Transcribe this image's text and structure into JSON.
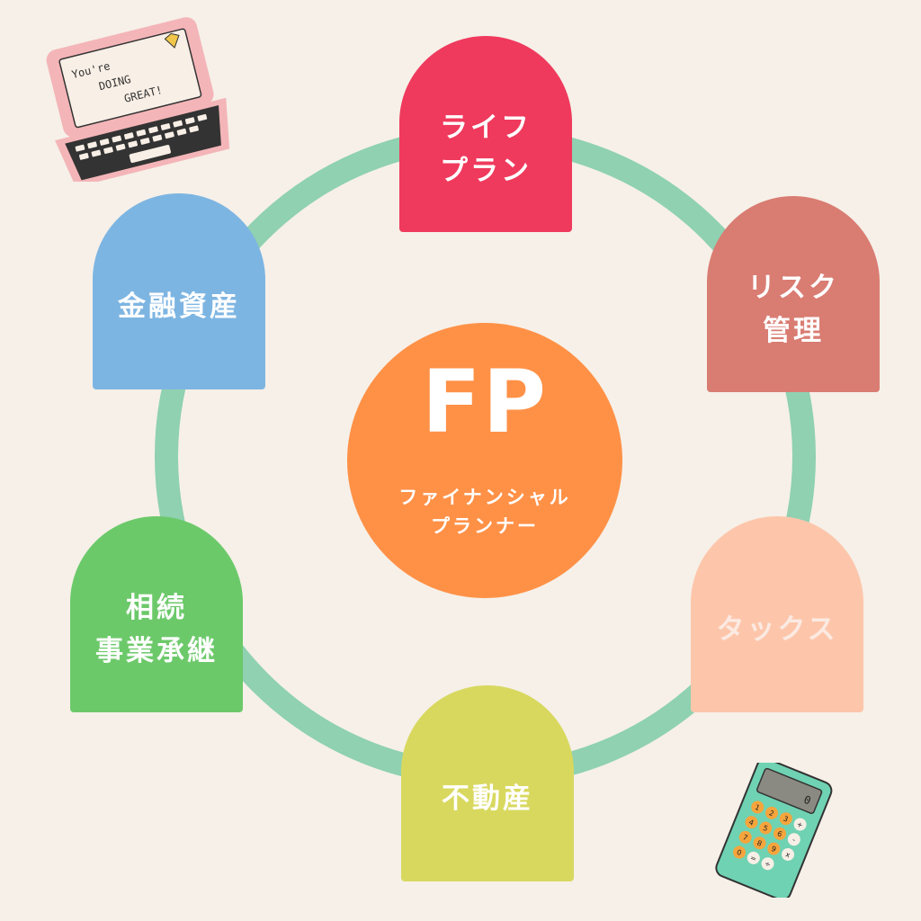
{
  "center": {
    "abbr": "FP",
    "line1": "ファイナンシャル",
    "line2": "プランナー"
  },
  "areas": [
    {
      "id": "life",
      "label": "ライフ\nプラン",
      "color": "#ef3a5d"
    },
    {
      "id": "risk",
      "label": "リスク\n管理",
      "color": "#d97c72"
    },
    {
      "id": "tax",
      "label": "タックス",
      "color": "#fdc6ab"
    },
    {
      "id": "realestate",
      "label": "不動産",
      "color": "#d8d85f"
    },
    {
      "id": "inheritance",
      "label": "相続\n事業承継",
      "color": "#6cc96a"
    },
    {
      "id": "finance",
      "label": "金融資産",
      "color": "#7db5e2"
    }
  ],
  "stickers": {
    "laptop": {
      "icon": "laptop-icon",
      "screen_text": [
        "You're",
        "DOING",
        "GREAT!"
      ]
    },
    "calculator": {
      "icon": "calculator-icon",
      "display": "0",
      "keys": [
        "1",
        "2",
        "3",
        "+",
        "4",
        "5",
        "6",
        "-",
        "7",
        "8",
        "9",
        "x",
        "0",
        "=",
        "÷"
      ]
    }
  },
  "colors": {
    "background": "#f6f0e8",
    "ring": "#8fd1b0",
    "center": "#ff9147"
  }
}
